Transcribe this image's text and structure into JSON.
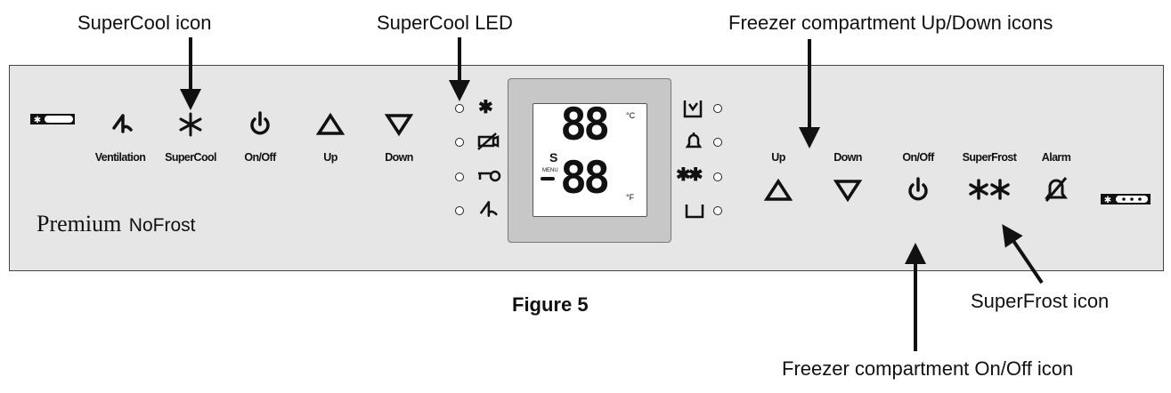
{
  "callouts": {
    "supercool_icon": "SuperCool icon",
    "supercool_led": "SuperCool LED",
    "freezer_updown": "Freezer compartment Up/Down icons",
    "superfrost_icon": "SuperFrost icon",
    "freezer_onoff": "Freezer compartment On/Off icon"
  },
  "figure_caption": "Figure 5",
  "fridge_buttons": {
    "ventilation": "Ventilation",
    "supercool": "SuperCool",
    "onoff": "On/Off",
    "up": "Up",
    "down": "Down"
  },
  "brand": {
    "premium": "Premium",
    "nofrost": "NoFrost"
  },
  "display": {
    "digits_top": "88",
    "digits_bottom": "88",
    "unit_c": "°C",
    "unit_f": "°F",
    "s_marker": "S",
    "menu": "MENU"
  },
  "freezer_buttons": {
    "up": "Up",
    "down": "Down",
    "onoff": "On/Off",
    "superfrost": "SuperFrost",
    "alarm": "Alarm"
  }
}
